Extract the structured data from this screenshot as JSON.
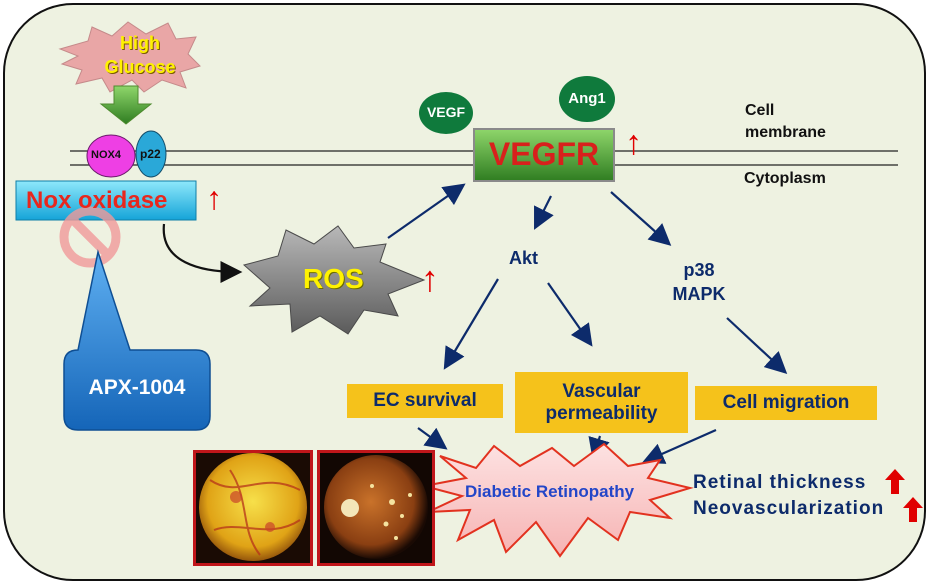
{
  "labels": {
    "high_glucose": "High Glucose",
    "nox4": "NOX4",
    "p22": "p22",
    "nox_oxidase": "Nox oxidase",
    "apx": "APX-1004",
    "ros": "ROS",
    "vegf": "VEGF",
    "ang1": "Ang1",
    "vegfr": "VEGFR",
    "cell_membrane_line1": "Cell",
    "cell_membrane_line2": "membrane",
    "cytoplasm": "Cytoplasm",
    "akt": "Akt",
    "p38_line1": "p38",
    "p38_line2": "MAPK",
    "ec_survival": "EC survival",
    "vascular_line1": "Vascular",
    "vascular_line2": "permeability",
    "cell_migration": "Cell migration",
    "diabetic_retinopathy": "Diabetic Retinopathy",
    "retinal_thickness": "Retinal thickness",
    "neovascularization": "Neovascularization",
    "up_arrow": "↑"
  },
  "colors": {
    "background": "#eef2e1",
    "navy_text": "#0d2b6b",
    "red": "#e00000",
    "yellow_box": "#f5c21b",
    "ellipse_green": "#0f7a3c",
    "apx_blue": "#1f7fd6"
  },
  "icons": {
    "inhibit": "prohibition-icon",
    "thick_up": "up-arrow-icon"
  }
}
